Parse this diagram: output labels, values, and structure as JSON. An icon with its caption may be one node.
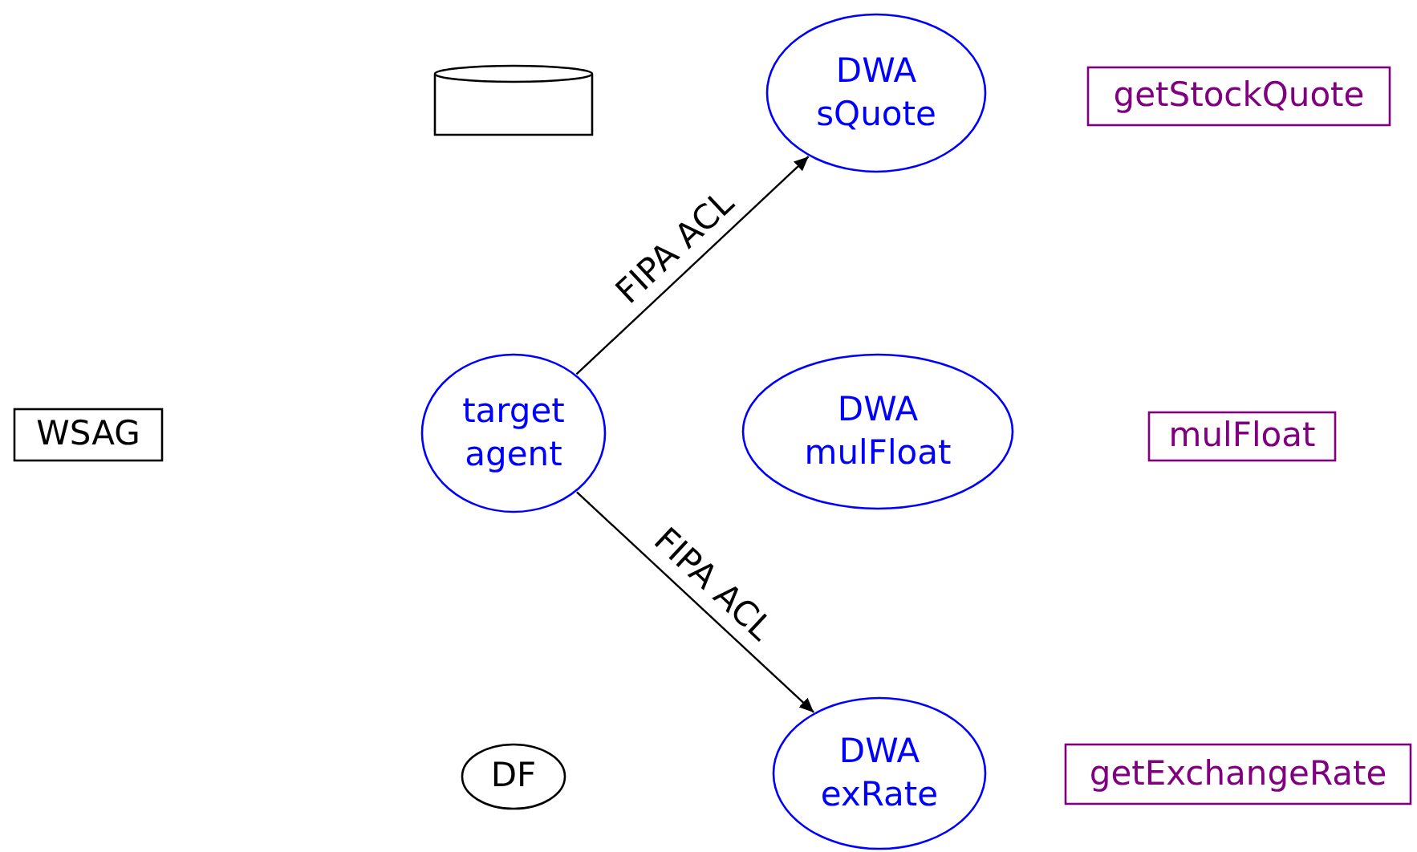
{
  "diagram": {
    "nodes": [
      {
        "text": [],
        "shape": "cylinder"
      },
      {
        "text": [
          "DWA sQuote"
        ]
      },
      {
        "text": [
          "getStockQuote"
        ]
      },
      {
        "text": [
          "WSAG"
        ]
      },
      {
        "text": [
          "target agent"
        ]
      },
      {
        "text": [
          "DWA mulFloat"
        ]
      },
      {
        "text": [
          "mulFloat"
        ]
      },
      {
        "text": [
          "DF"
        ]
      },
      {
        "text": [
          "DWA exRate"
        ]
      },
      {
        "text": [
          "getExchangeRate"
        ]
      }
    ],
    "edges": [
      {
        "from": 4,
        "to": 1,
        "arrow": "to",
        "label": "FIPA ACL"
      },
      {
        "from": 4,
        "to": 8,
        "arrow": "to",
        "label": "FIPA ACL"
      }
    ]
  }
}
